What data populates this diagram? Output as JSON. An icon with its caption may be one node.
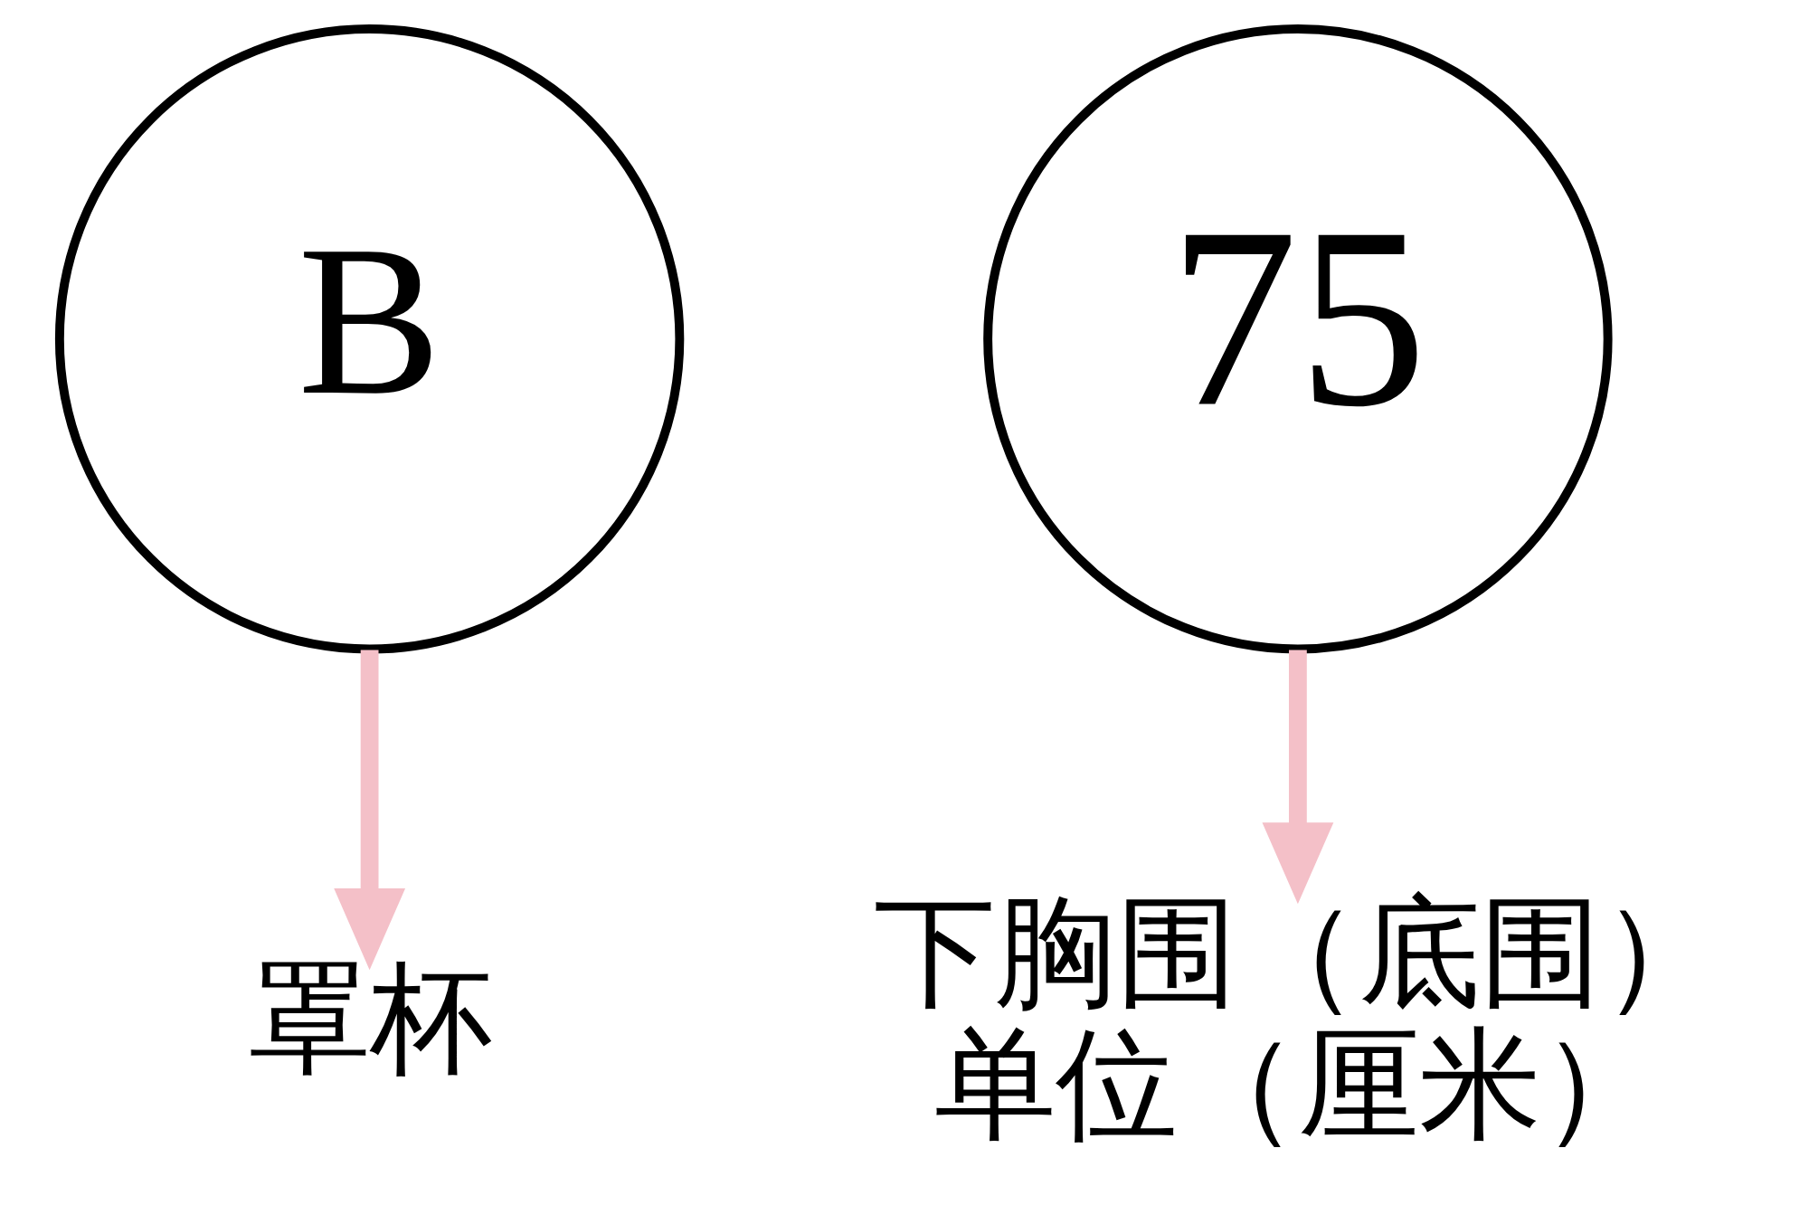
{
  "diagram": {
    "nodes": [
      {
        "text": [
          "B"
        ]
      },
      {
        "text": [
          "75"
        ]
      },
      {
        "text": [
          "罩杯"
        ]
      },
      {
        "text": [
          "下胸围（底围）",
          "单位（厘米）"
        ]
      }
    ],
    "edges": [
      {
        "from": 0,
        "to": 2,
        "arrow": "to"
      },
      {
        "from": 1,
        "to": 3,
        "arrow": "to"
      }
    ]
  }
}
